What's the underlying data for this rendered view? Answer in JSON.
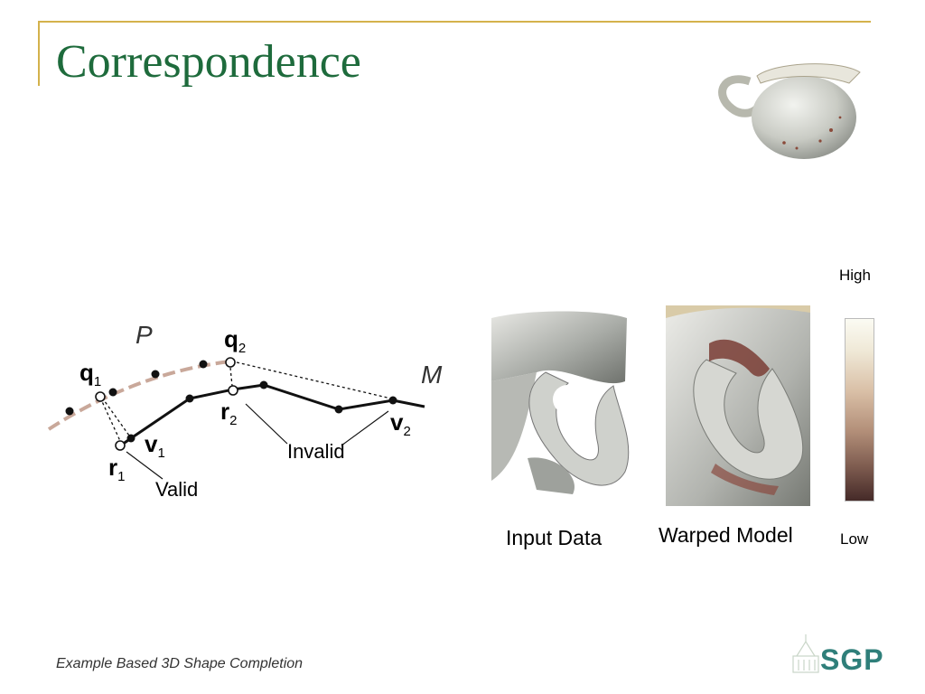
{
  "slide": {
    "title": "Correspondence",
    "footer": "Example Based 3D Shape Completion"
  },
  "diagram": {
    "label_P": "P",
    "label_M": "M",
    "label_q": "q",
    "label_r": "r",
    "label_v": "v",
    "sub_1": "1",
    "sub_2": "2",
    "invalid": "Invalid",
    "valid": "Valid"
  },
  "figures": {
    "input_caption": "Input Data",
    "warped_caption": "Warped Model"
  },
  "legend": {
    "high": "High",
    "low": "Low"
  },
  "logo": {
    "text": "SGP"
  },
  "colors": {
    "title": "#1e6b3c",
    "accent_line": "#d4b24c",
    "curve_P": "#c9a89a",
    "logo": "#2f7f7a"
  }
}
